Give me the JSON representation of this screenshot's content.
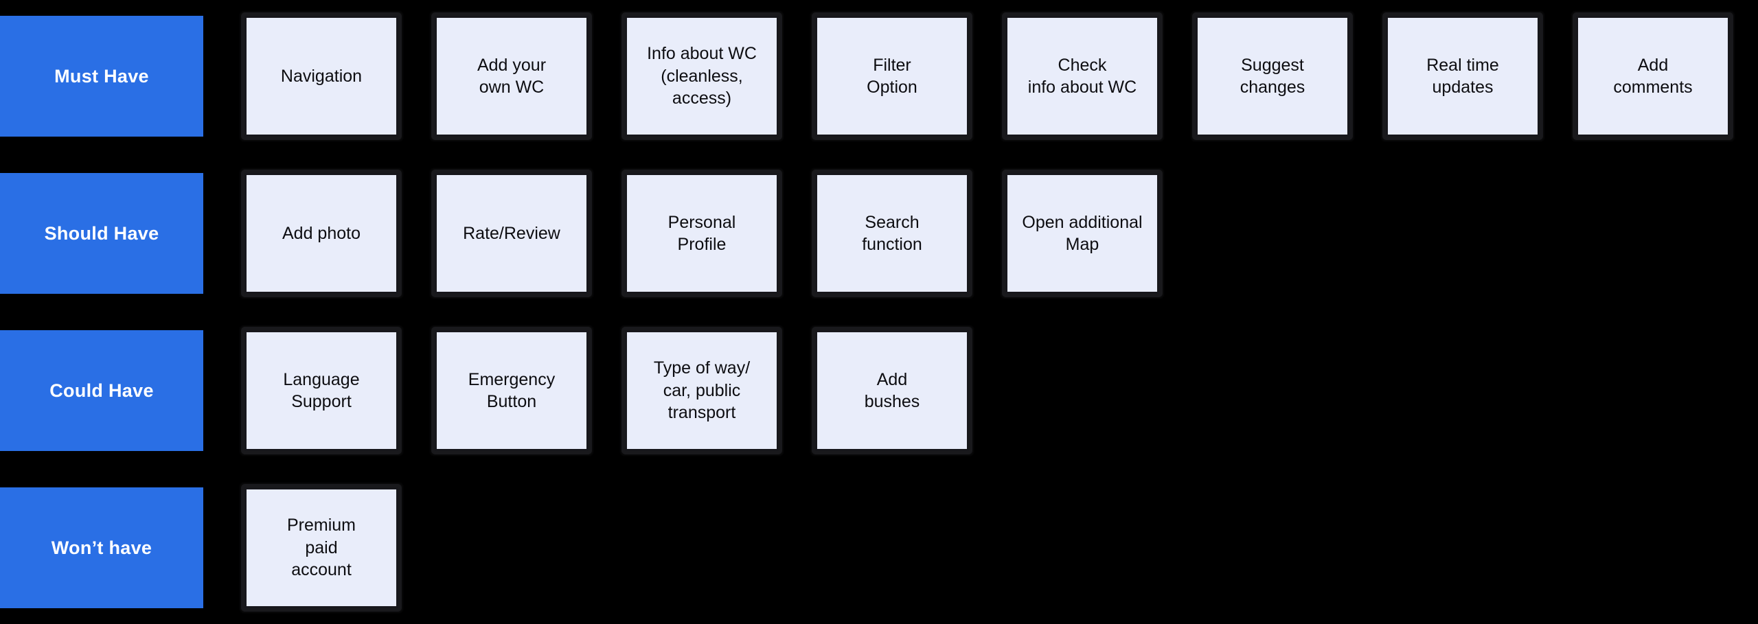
{
  "board": {
    "name": "MoSCoW prioritization board",
    "colors": {
      "background": "#000000",
      "label_blue": "#2A6FE5",
      "label_text": "#FFFFFF",
      "card_background": "#E9EDFA",
      "card_border": "#17171B",
      "card_text": "#0D0D11"
    },
    "rows": [
      {
        "label": "Must Have",
        "cards": [
          "Navigation",
          "Add your\nown WC",
          "Info about WC\n(cleanless,\naccess)",
          "Filter\nOption",
          "Check\ninfo about WC",
          "Suggest\nchanges",
          "Real time\nupdates",
          "Add\ncomments"
        ]
      },
      {
        "label": "Should Have",
        "cards": [
          "Add photo",
          "Rate/Review",
          "Personal\nProfile",
          "Search\nfunction",
          "Open additional\nMap"
        ]
      },
      {
        "label": "Could Have",
        "cards": [
          "Language\nSupport",
          "Emergency\nButton",
          "Type of way/\ncar, public\ntransport",
          "Add\nbushes"
        ]
      },
      {
        "label": "Won’t have",
        "cards": [
          "Premium\npaid\naccount"
        ]
      }
    ]
  }
}
